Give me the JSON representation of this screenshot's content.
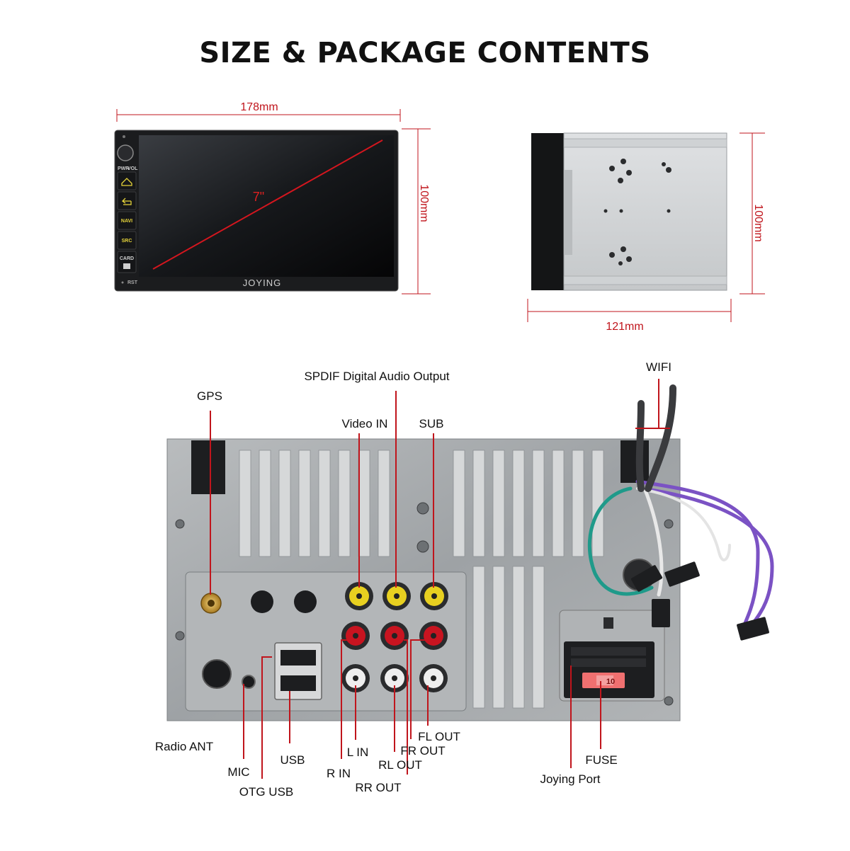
{
  "title": "SIZE & PACKAGE CONTENTS",
  "front_unit": {
    "width_label": "178mm",
    "height_label": "100mm",
    "screen_size_label": "7\"",
    "brand": "JOYING",
    "buttons": [
      "NAVI",
      "SRC",
      "CARD"
    ],
    "small_labels": [
      "PWR",
      "VOL",
      "RST"
    ]
  },
  "side_unit": {
    "width_label": "121mm",
    "height_label": "100mm"
  },
  "rear_panel": {
    "labels": {
      "gps": "GPS",
      "spdif": "SPDIF Digital Audio Output",
      "video_in": "Video IN",
      "sub": "SUB",
      "wifi": "WIFI",
      "radio_ant": "Radio ANT",
      "mic": "MIC",
      "otg_usb": "OTG USB",
      "usb": "USB",
      "r_in": "R IN",
      "l_in": "L IN",
      "rr_out": "RR OUT",
      "rl_out": "RL OUT",
      "fr_out": "FR OUT",
      "fl_out": "FL OUT",
      "joying_port": "Joying Port",
      "fuse": "FUSE"
    },
    "fuse_value": "10",
    "colors": {
      "pointer": "#c0151c",
      "panel": "#a8acae",
      "rca_yellow": "#e8d020",
      "rca_red": "#c81420",
      "rca_white": "#eeeeee"
    }
  }
}
